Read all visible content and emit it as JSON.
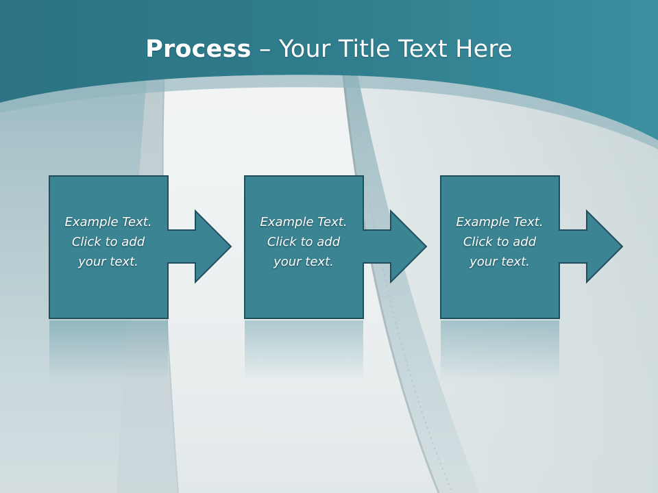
{
  "title": {
    "bold": "Process",
    "rest": " – Your Title Text Here"
  },
  "steps": [
    {
      "line1": "Example Text.",
      "line2": "Click  to add",
      "line3": "your text."
    },
    {
      "line1": "Example Text.",
      "line2": "Click  to add",
      "line3": "your text."
    },
    {
      "line1": "Example Text.",
      "line2": "Click  to add",
      "line3": "your text."
    }
  ],
  "colors": {
    "header": "#2f7a8a",
    "box_fill": "#3a8493",
    "box_border": "#1f4f5a",
    "photo": "#e6ecec"
  }
}
